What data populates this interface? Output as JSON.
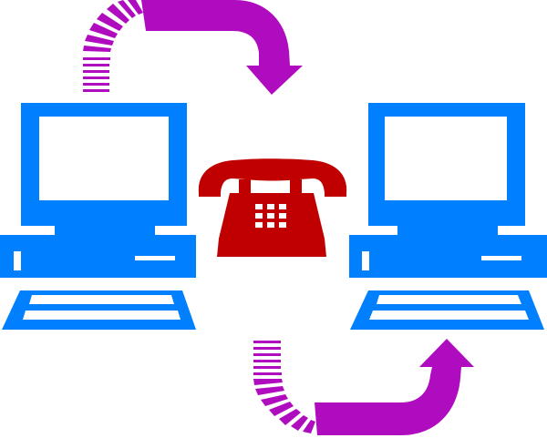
{
  "colors": {
    "computer": "#0080ff",
    "phone": "#c00000",
    "arrow": "#b00cbf",
    "background": "#ffffff"
  },
  "elements": {
    "computers": [
      "left-computer",
      "right-computer"
    ],
    "phone": "telephone",
    "arrows": [
      "top-arrow",
      "bottom-arrow"
    ]
  }
}
